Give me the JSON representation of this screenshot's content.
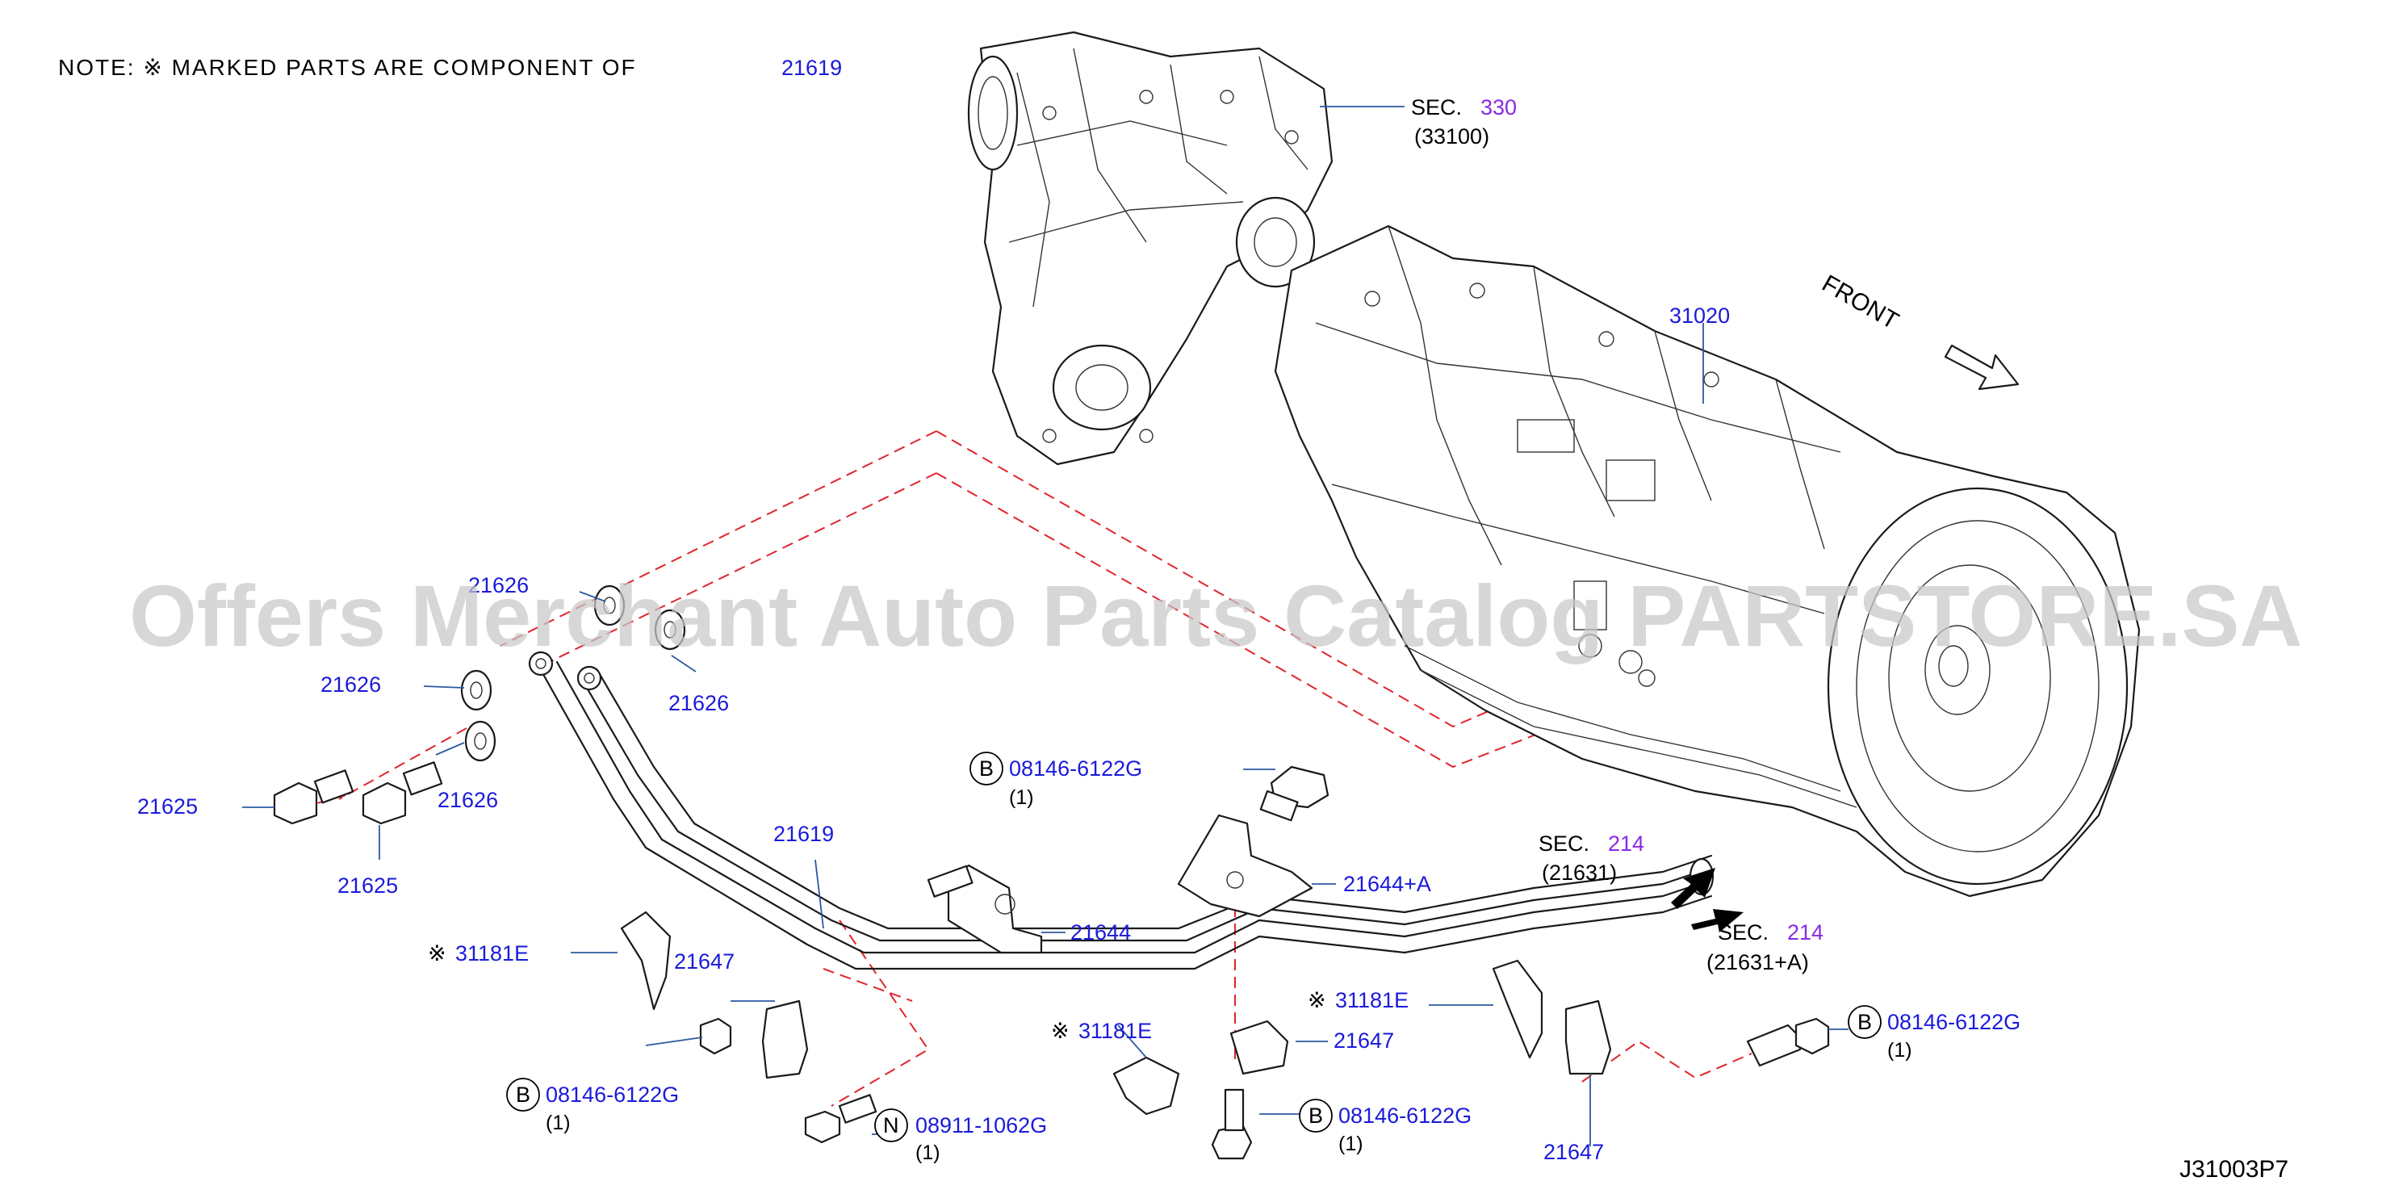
{
  "note": {
    "text": "NOTE:  ※ MARKED  PARTS  ARE  COMPONENT  OF",
    "part": "21619"
  },
  "watermark": "Offers Merchant Auto Parts Catalog PARTSTORE.SA",
  "front_label": "FRONT",
  "diagram_code": "J31003P7",
  "sections": [
    {
      "prefix": "SEC.",
      "num": "330",
      "ref": "(33100)"
    },
    {
      "prefix": "SEC.",
      "num": "214",
      "ref": "(21631)"
    },
    {
      "prefix": "SEC.",
      "num": "214",
      "ref": "(21631+A)"
    }
  ],
  "labels": [
    {
      "id": "31020",
      "text": "31020"
    },
    {
      "id": "21626a",
      "text": "21626"
    },
    {
      "id": "21626b",
      "text": "21626"
    },
    {
      "id": "21626c",
      "text": "21626"
    },
    {
      "id": "21626d",
      "text": "21626"
    },
    {
      "id": "21625a",
      "text": "21625"
    },
    {
      "id": "21625b",
      "text": "21625"
    },
    {
      "id": "21619",
      "text": "21619"
    },
    {
      "id": "21644",
      "text": "21644"
    },
    {
      "id": "21644A",
      "text": "21644+A"
    },
    {
      "id": "31181Ea",
      "text": "31181E"
    },
    {
      "id": "31181Eb",
      "text": "31181E"
    },
    {
      "id": "31181Ec",
      "text": "31181E"
    },
    {
      "id": "21647a",
      "text": "21647"
    },
    {
      "id": "21647b",
      "text": "21647"
    },
    {
      "id": "21647c",
      "text": "21647"
    }
  ],
  "kome": "※",
  "bolts": [
    {
      "badge": "B",
      "part": "08146-6122G",
      "qty": "(1)"
    },
    {
      "badge": "B",
      "part": "08146-6122G",
      "qty": "(1)"
    },
    {
      "badge": "N",
      "part": "08911-1062G",
      "qty": "(1)"
    },
    {
      "badge": "B",
      "part": "08146-6122G",
      "qty": "(1)"
    },
    {
      "badge": "B",
      "part": "08146-6122G",
      "qty": "(1)"
    }
  ],
  "colors": {
    "label": "#1a1adc",
    "section_number": "#8a2be2",
    "leader": "#2c5aa0",
    "dashed_guide": "#e0252b",
    "watermark": "#c8c8c8"
  }
}
